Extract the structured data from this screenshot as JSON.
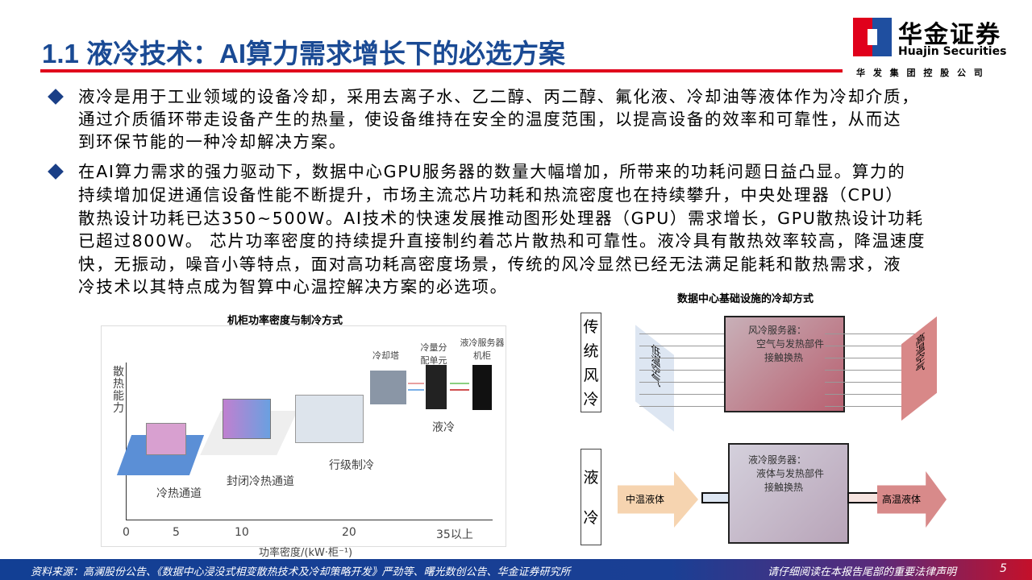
{
  "header": {
    "title": "1.1 液冷技术：AI算力需求增长下的必选方案",
    "logo": {
      "cn": "华金证券",
      "en": "Huajin Securities",
      "group": "华 发 集 团 控 股 公 司"
    }
  },
  "bullets": [
    {
      "lines": [
        "液冷是用于工业领域的设备冷却，采用去离子水、乙二醇、丙二醇、氟化液、冷却油等液体作为冷却介质，",
        "通过介质循环带走设备产生的热量，使设备维持在安全的温度范围，以提高设备的效率和可靠性，从而达",
        "到环保节能的一种冷却解决方案。"
      ]
    },
    {
      "lines": [
        "在AI算力需求的强力驱动下，数据中心GPU服务器的数量大幅增加，所带来的功耗问题日益凸显。算力的",
        "持续增加促进通信设备性能不断提升，市场主流芯片功耗和热流密度也在持续攀升，中央处理器（CPU）",
        "散热设计功耗已达350~500W。AI技术的快速发展推动图形处理器（GPU）需求增长，GPU散热设计功耗",
        "已超过800W。 芯片功率密度的持续提升直接制约着芯片散热和可靠性。液冷具有散热效率较高，降温速度",
        "快，无振动，噪音小等特点，面对高功耗高密度场景，传统的风冷显然已经无法满足能耗和散热需求，液",
        "冷技术以其特点成为智算中心温控解决方案的必选项。"
      ]
    }
  ],
  "left_figure": {
    "caption": "机柜功率密度与制冷方式",
    "y_label": "散热能力",
    "x_label": "功率密度/(kW·柜⁻¹)",
    "x_ticks": [
      "0",
      "5",
      "10",
      "20",
      "35以上"
    ],
    "stages": [
      "冷热通道",
      "封闭冷热通道",
      "行级制冷",
      "液冷"
    ],
    "liquid_parts": [
      "冷却塔",
      "冷量分配单元",
      "液冷服务器机柜"
    ]
  },
  "right_figure": {
    "caption": "数据中心基础设施的冷却方式",
    "air": {
      "label": "传统风冷",
      "input": "低温空气",
      "server": [
        "风冷服务器：",
        "空气与发热部件",
        "接触换热"
      ],
      "output": "高温空气"
    },
    "liquid": {
      "label": "液冷",
      "input": "中温液体",
      "server": [
        "液冷服务器：",
        "液体与发热部件",
        "接触换热"
      ],
      "output": "高温液体"
    }
  },
  "footer": {
    "source": "资料来源：高澜股份公告、《数据中心浸没式相变散热技术及冷却策略开发》严劲等、曙光数创公告、华金证券研究所",
    "disclaimer": "请仔细阅读在本报告尾部的重要法律声明",
    "page": "5"
  }
}
